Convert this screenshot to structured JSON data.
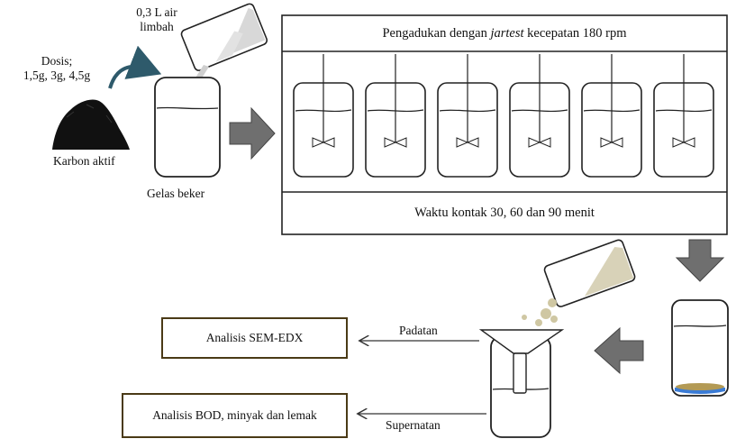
{
  "inputs": {
    "wastewater_line1": "0,3 L air",
    "wastewater_line2": "limbah",
    "dose_line1": "Dosis;",
    "dose_line2": "1,5g, 3g, 4,5g",
    "carbon_label": "Karbon aktif",
    "beaker_label": "Gelas beker"
  },
  "jartest": {
    "title_prefix": "Pengadukan dengan ",
    "title_italic": "jartest",
    "title_suffix": " kecepatan 180 rpm",
    "contact_time": "Waktu kontak 30, 60 dan 90 menit",
    "jar_count": 6
  },
  "separation": {
    "solid_label": "Padatan",
    "liquid_label": "Supernatan"
  },
  "outputs": {
    "sem_box": "Analisis SEM-EDX",
    "bod_box": "Analisis BOD, minyak dan lemak"
  },
  "colors": {
    "arrow_grey": "#6f6f6f",
    "curve_arrow": "#2e5a6b",
    "carbon": "#111111",
    "box_border": "#4a3a16",
    "sediment": "#b39a55",
    "water_blue": "#3a7bd5"
  }
}
